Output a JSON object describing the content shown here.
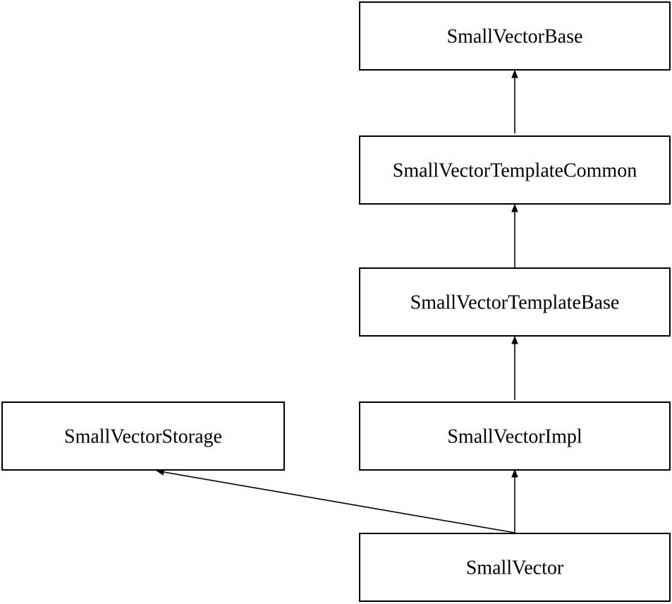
{
  "nodes": {
    "small_vector_base": {
      "label": "SmallVectorBase"
    },
    "small_vector_template_common": {
      "label": "SmallVectorTemplateCommon"
    },
    "small_vector_template_base": {
      "label": "SmallVectorTemplateBase"
    },
    "small_vector_storage": {
      "label": "SmallVectorStorage"
    },
    "small_vector_impl": {
      "label": "SmallVectorImpl"
    },
    "small_vector": {
      "label": "SmallVector"
    }
  },
  "edges": [
    {
      "from": "small_vector_template_common",
      "to": "small_vector_base"
    },
    {
      "from": "small_vector_template_base",
      "to": "small_vector_template_common"
    },
    {
      "from": "small_vector_impl",
      "to": "small_vector_template_base"
    },
    {
      "from": "small_vector",
      "to": "small_vector_impl"
    },
    {
      "from": "small_vector",
      "to": "small_vector_storage"
    }
  ],
  "colors": {
    "stroke": "#000000",
    "fill": "#ffffff",
    "text": "#000000"
  }
}
